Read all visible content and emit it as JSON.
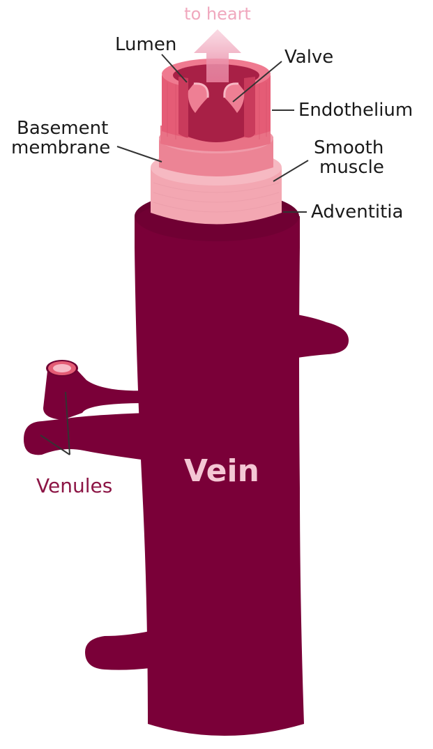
{
  "flow_label": "to heart",
  "labels": {
    "lumen": "Lumen",
    "valve": "Valve",
    "endothelium": "Endothelium",
    "basement_line1": "Basement",
    "basement_line2": "membrane",
    "smooth_line1": "Smooth",
    "smooth_line2": "muscle",
    "adventitia": "Adventitia",
    "venules": "Venules",
    "vein": "Vein"
  },
  "colors": {
    "vein": "#7a0038",
    "vein_dark": "#5e002b",
    "adventitia": "#f3a7b2",
    "smooth_muscle": "#ec8495",
    "endothelium": "#e55c76",
    "lumen": "#a82046",
    "arrow": "#f0a8be",
    "venule_text": "#8c1545",
    "vein_text": "#f4c7d4"
  }
}
